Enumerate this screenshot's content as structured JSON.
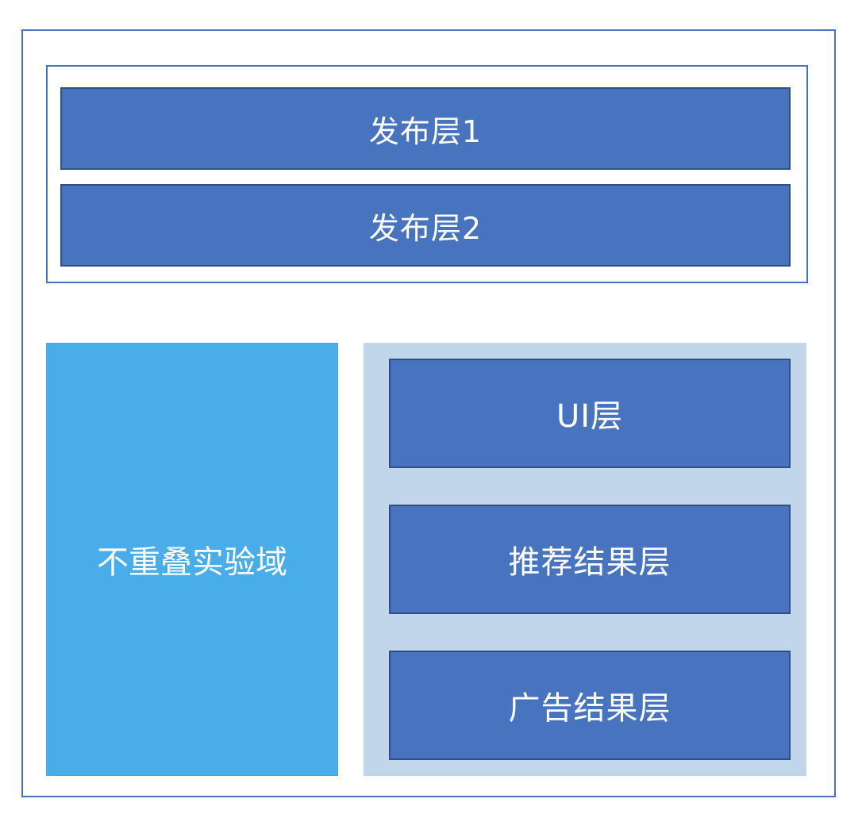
{
  "diagram": {
    "publish_layers": [
      {
        "label": "发布层1"
      },
      {
        "label": "发布层2"
      }
    ],
    "non_overlap_domain": {
      "label": "不重叠实验域"
    },
    "overlap_domain_layers": [
      {
        "label": "UI层"
      },
      {
        "label": "推荐结果层"
      },
      {
        "label": "广告结果层"
      }
    ],
    "colors": {
      "frame_border": "#4a72bd",
      "layer_fill": "#4873be",
      "layer_border": "#2f4f86",
      "non_overlap_fill": "#48ade9",
      "overlap_domain_fill": "#c2d6eb",
      "text": "#ffffff"
    }
  }
}
